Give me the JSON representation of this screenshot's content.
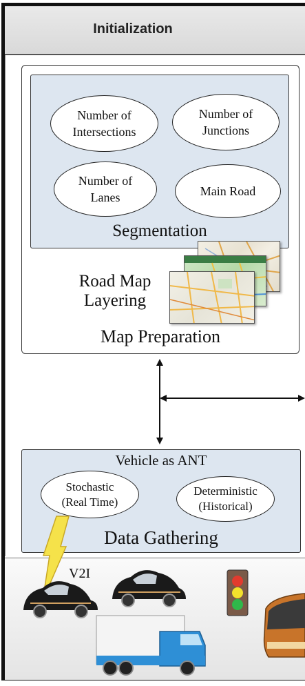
{
  "header": {
    "title": "Initialization"
  },
  "segmentation": {
    "title": "Segmentation",
    "items": [
      {
        "label": "Number of\nIntersections"
      },
      {
        "label": "Number of\nJunctions"
      },
      {
        "label": "Number of\nLanes"
      },
      {
        "label": "Main Road"
      }
    ]
  },
  "map_preparation": {
    "title": "Map Preparation",
    "layering_label": "Road Map\nLayering"
  },
  "data_gathering": {
    "title": "Data Gathering",
    "subtitle": "Vehicle as ANT",
    "items": [
      {
        "label": "Stochastic\n(Real Time)"
      },
      {
        "label": "Deterministic\n(Historical)"
      }
    ]
  },
  "vehicles": {
    "link_label": "V2I"
  },
  "colors": {
    "panel_fill": "#dde6f0",
    "lightning": "#f5e24a",
    "truck_blue": "#2e8fd6",
    "bus_orange": "#c8742a"
  }
}
